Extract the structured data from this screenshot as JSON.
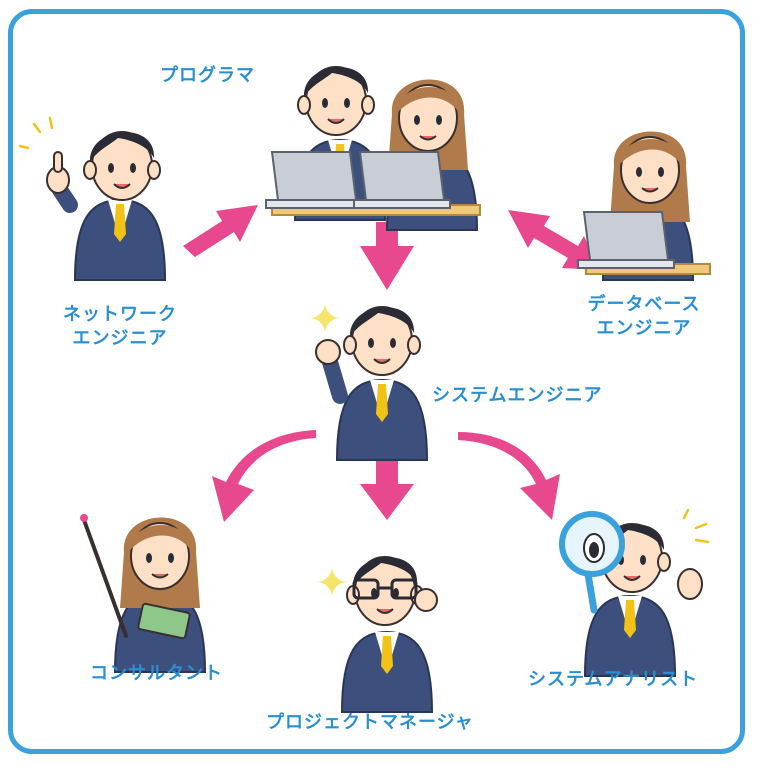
{
  "roles": {
    "programmer": "プログラマ",
    "network_engineer": [
      "ネットワーク",
      "エンジニア"
    ],
    "database_engineer": [
      "データベース",
      "エンジニア"
    ],
    "system_engineer": "システムエンジニア",
    "consultant": "コンサルタント",
    "project_manager": "プロジェクトマネージャ",
    "system_analyst": "システムアナリスト"
  },
  "colors": {
    "frame": "#3aa1dd",
    "label": "#2a8fd0",
    "arrow": "#e8488e",
    "suit": "#3d4f7c",
    "hair": "#2b2b35",
    "skin": "#fde0c6",
    "tie": "#f2c316",
    "desk": "#f0c87a",
    "laptop": "#c9ced6",
    "brown_hair": "#b07a4a",
    "sparkle": "#f7e46a"
  }
}
